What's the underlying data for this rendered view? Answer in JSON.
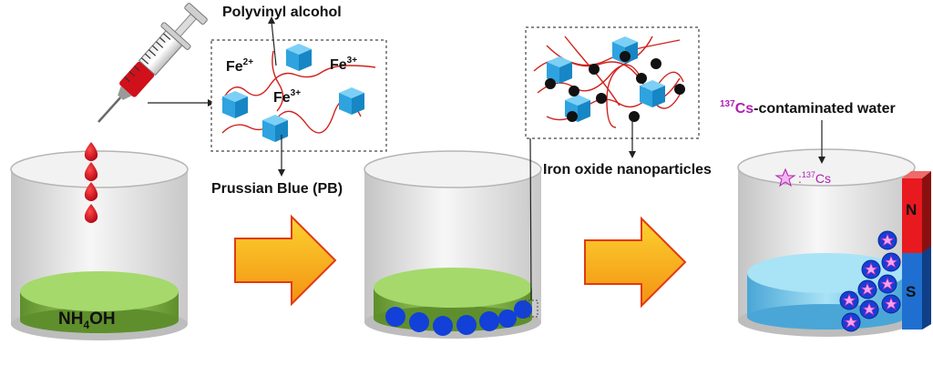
{
  "labels": {
    "pva": "Polyvinyl alcohol",
    "pb": "Prussian Blue (PB)",
    "ion_fe2_base": "Fe",
    "ion_fe2_sup": "2+",
    "ion_fe3_base": "Fe",
    "ion_fe3_sup": "3+",
    "nh4oh_pre": "NH",
    "nh4oh_sub": "4",
    "nh4oh_post": "OH",
    "iron_oxide": "Iron oxide nanoparticles",
    "cs_water_sup": "137",
    "cs_water_el": "Cs",
    "cs_water_rest": "-contaminated water",
    "cs_legend_prefix": ":",
    "cs_legend_sup": "137",
    "cs_legend_el": "Cs",
    "magnet_n": "N",
    "magnet_s": "S"
  },
  "colors": {
    "blood": "#d0101a",
    "cube": "#2ea3e0",
    "solution_green": "#9fd468",
    "water_blue": "#8fd6f0",
    "particle": "#1240d8",
    "arrow": "#f7a515",
    "arrow_outline": "#e23a12",
    "cs_magenta": "#b020b0",
    "magnet_n": "#e8191f",
    "magnet_s": "#1e6fd0"
  }
}
